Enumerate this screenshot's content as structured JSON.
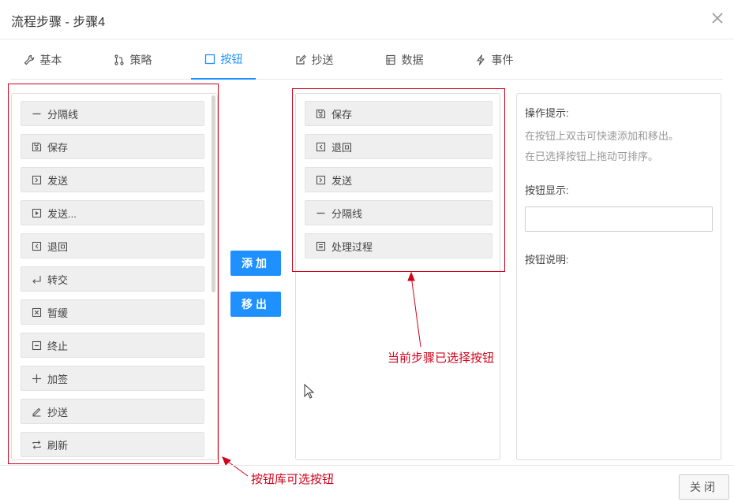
{
  "dialog": {
    "title": "流程步骤 - 步骤4"
  },
  "tabs": [
    {
      "label": "基本",
      "icon": "wrench-icon"
    },
    {
      "label": "策略",
      "icon": "branch-icon"
    },
    {
      "label": "按钮",
      "icon": "square-icon",
      "active": true
    },
    {
      "label": "抄送",
      "icon": "edit-icon"
    },
    {
      "label": "数据",
      "icon": "table-icon"
    },
    {
      "label": "事件",
      "icon": "bolt-icon"
    }
  ],
  "library": {
    "items": [
      {
        "label": "分隔线",
        "icon": "minus-icon"
      },
      {
        "label": "保存",
        "icon": "save-icon"
      },
      {
        "label": "发送",
        "icon": "send-icon"
      },
      {
        "label": "发送...",
        "icon": "play-icon"
      },
      {
        "label": "退回",
        "icon": "back-icon"
      },
      {
        "label": "转交",
        "icon": "enter-icon"
      },
      {
        "label": "暂缓",
        "icon": "x-square-icon"
      },
      {
        "label": "终止",
        "icon": "minus-square-icon"
      },
      {
        "label": "加签",
        "icon": "plus-icon"
      },
      {
        "label": "抄送",
        "icon": "pen-icon"
      },
      {
        "label": "刷新",
        "icon": "refresh-icon"
      }
    ]
  },
  "actions": {
    "add": "添加",
    "remove": "移出"
  },
  "selected": {
    "items": [
      {
        "label": "保存",
        "icon": "save-icon"
      },
      {
        "label": "退回",
        "icon": "back-icon"
      },
      {
        "label": "发送",
        "icon": "send-icon"
      },
      {
        "label": "分隔线",
        "icon": "minus-icon"
      },
      {
        "label": "处理过程",
        "icon": "list-icon"
      }
    ]
  },
  "hints": {
    "title": "操作提示:",
    "line1": "在按钮上双击可快速添加和移出。",
    "line2": "在已选择按钮上拖动可排序。",
    "display_label": "按钮显示:",
    "display_value": "",
    "desc_label": "按钮说明:"
  },
  "annotations": {
    "selected_note": "当前步骤已选择按钮",
    "library_note": "按钮库可选按钮"
  },
  "footer": {
    "close_label": "关闭"
  },
  "colors": {
    "accent": "#1e90ff",
    "annotation": "#d0021b"
  }
}
